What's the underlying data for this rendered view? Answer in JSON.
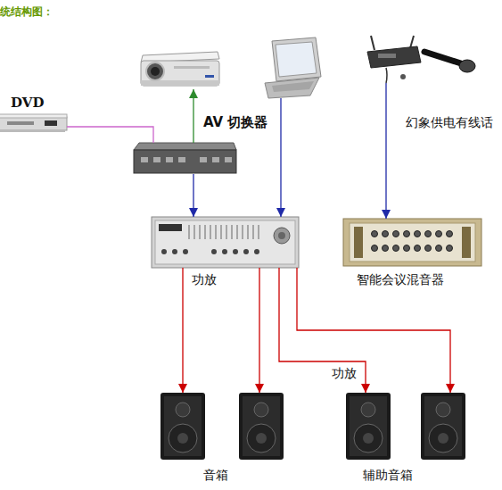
{
  "diagram": {
    "title": "统结构图：",
    "nodes": [
      {
        "text": [
          "DVD"
        ]
      },
      {
        "text": []
      },
      {
        "text": []
      },
      {
        "text": [
          "幻象供电有线话"
        ]
      },
      {
        "text": [
          "AV 切换器"
        ]
      },
      {
        "text": [
          "功放"
        ]
      },
      {
        "text": [
          "智能会议混音器"
        ]
      },
      {
        "text": []
      },
      {
        "text": []
      },
      {
        "text": []
      },
      {
        "text": []
      }
    ],
    "edges": [
      {
        "from": 0,
        "to": 4,
        "arrow": "none"
      },
      {
        "from": 4,
        "to": 1,
        "arrow": "to"
      },
      {
        "from": 4,
        "to": 5,
        "arrow": "to"
      },
      {
        "from": 2,
        "to": 5,
        "arrow": "to"
      },
      {
        "from": 3,
        "to": 6,
        "arrow": "to"
      },
      {
        "from": 5,
        "to": 7,
        "arrow": "to"
      },
      {
        "from": 5,
        "to": 8,
        "arrow": "to"
      },
      {
        "from": 5,
        "to": 9,
        "arrow": "to",
        "label": "功放"
      },
      {
        "from": 5,
        "to": 10,
        "arrow": "to"
      }
    ],
    "labels": [
      "音箱",
      "辅助音箱"
    ]
  }
}
